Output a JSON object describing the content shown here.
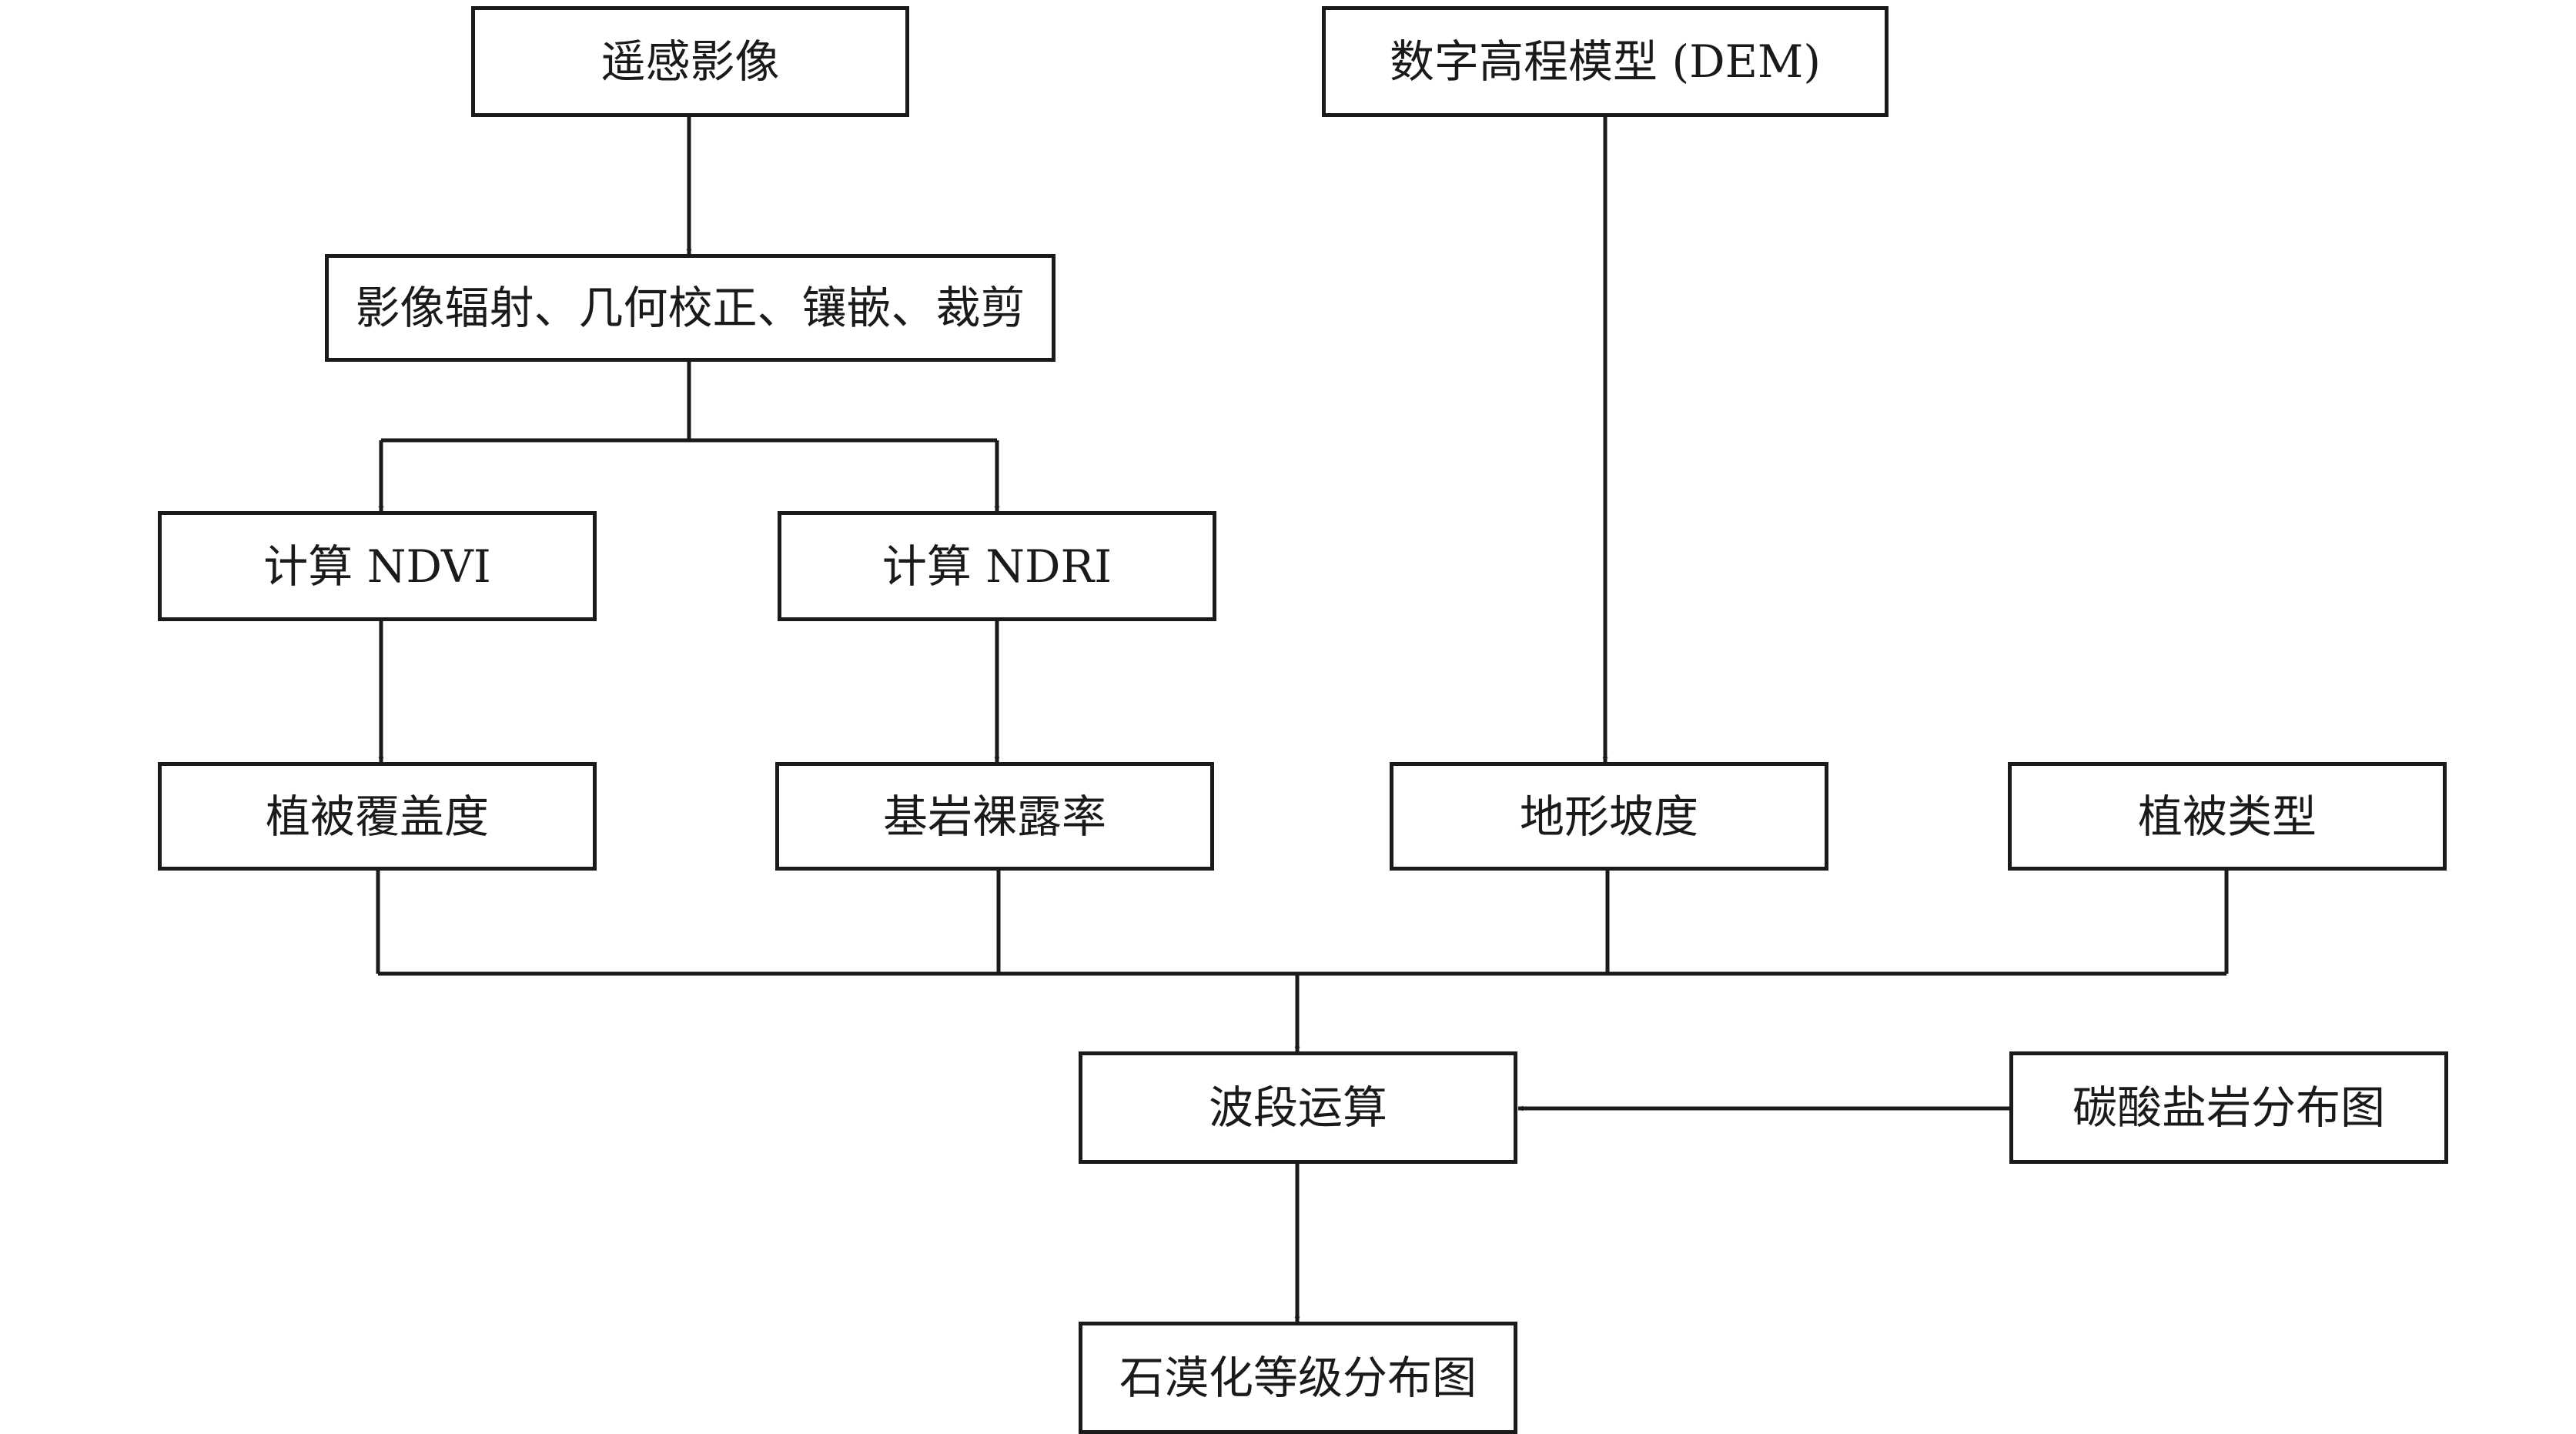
{
  "nodes": {
    "remote_sensing": "遥感影像",
    "dem": "数字高程模型 (DEM)",
    "preprocess": "影像辐射、几何校正、镶嵌、裁剪",
    "ndvi": "计算 NDVI",
    "ndri": "计算 NDRI",
    "veg_cover": "植被覆盖度",
    "bedrock_exposure": "基岩裸露率",
    "slope": "地形坡度",
    "veg_type": "植被类型",
    "band_math": "波段运算",
    "carbonate_map": "碳酸盐岩分布图",
    "result_map": "石漠化等级分布图"
  },
  "colors": {
    "stroke": "#1a1a1a",
    "background": "#ffffff"
  }
}
